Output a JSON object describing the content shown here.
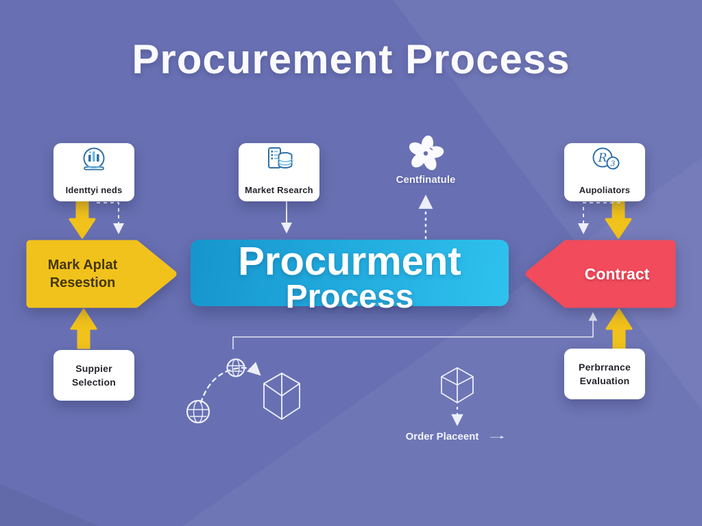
{
  "title": "Procurement Process",
  "top_row": {
    "identify_needs": "Identtyi neds",
    "market_research": "Market Rsearch",
    "certification": "Centfinatule",
    "negotiators": "Aupoliators"
  },
  "mid_row": {
    "market_application": {
      "line1": "Mark Aplat",
      "line2": "Resestion"
    },
    "center": {
      "line1": "Procurment",
      "line2": "Process"
    },
    "contract": "Contract"
  },
  "bottom_row": {
    "supplier_selection": {
      "line1": "Suppier",
      "line2": "Selection"
    },
    "performance_evaluation": {
      "line1": "Perbrrance",
      "line2": "Evaluation"
    },
    "order_placement": {
      "label": "Order Placeent",
      "arrow": "→"
    }
  },
  "icon_glyphs": {
    "large_circle": "R",
    "small_circle": "3"
  },
  "icons": [
    "chart-stand-icon",
    "documents-database-icon",
    "flower-icon",
    "letter-circles-icon",
    "globe-icon",
    "cube-icon"
  ],
  "colors": {
    "background": "#6870B3",
    "accent_yellow": "#F1C21B",
    "accent_red": "#F14B5C",
    "accent_blue_start": "#1695CD",
    "accent_blue_end": "#2FC2EE",
    "card_bg": "#FFFFFF",
    "icon_blue_dark": "#2F6FA8",
    "icon_blue_light": "#6FBBDC",
    "text_dark": "#26242C",
    "text_light": "#FFFFFF",
    "chevron_text_dark": "#443608"
  }
}
